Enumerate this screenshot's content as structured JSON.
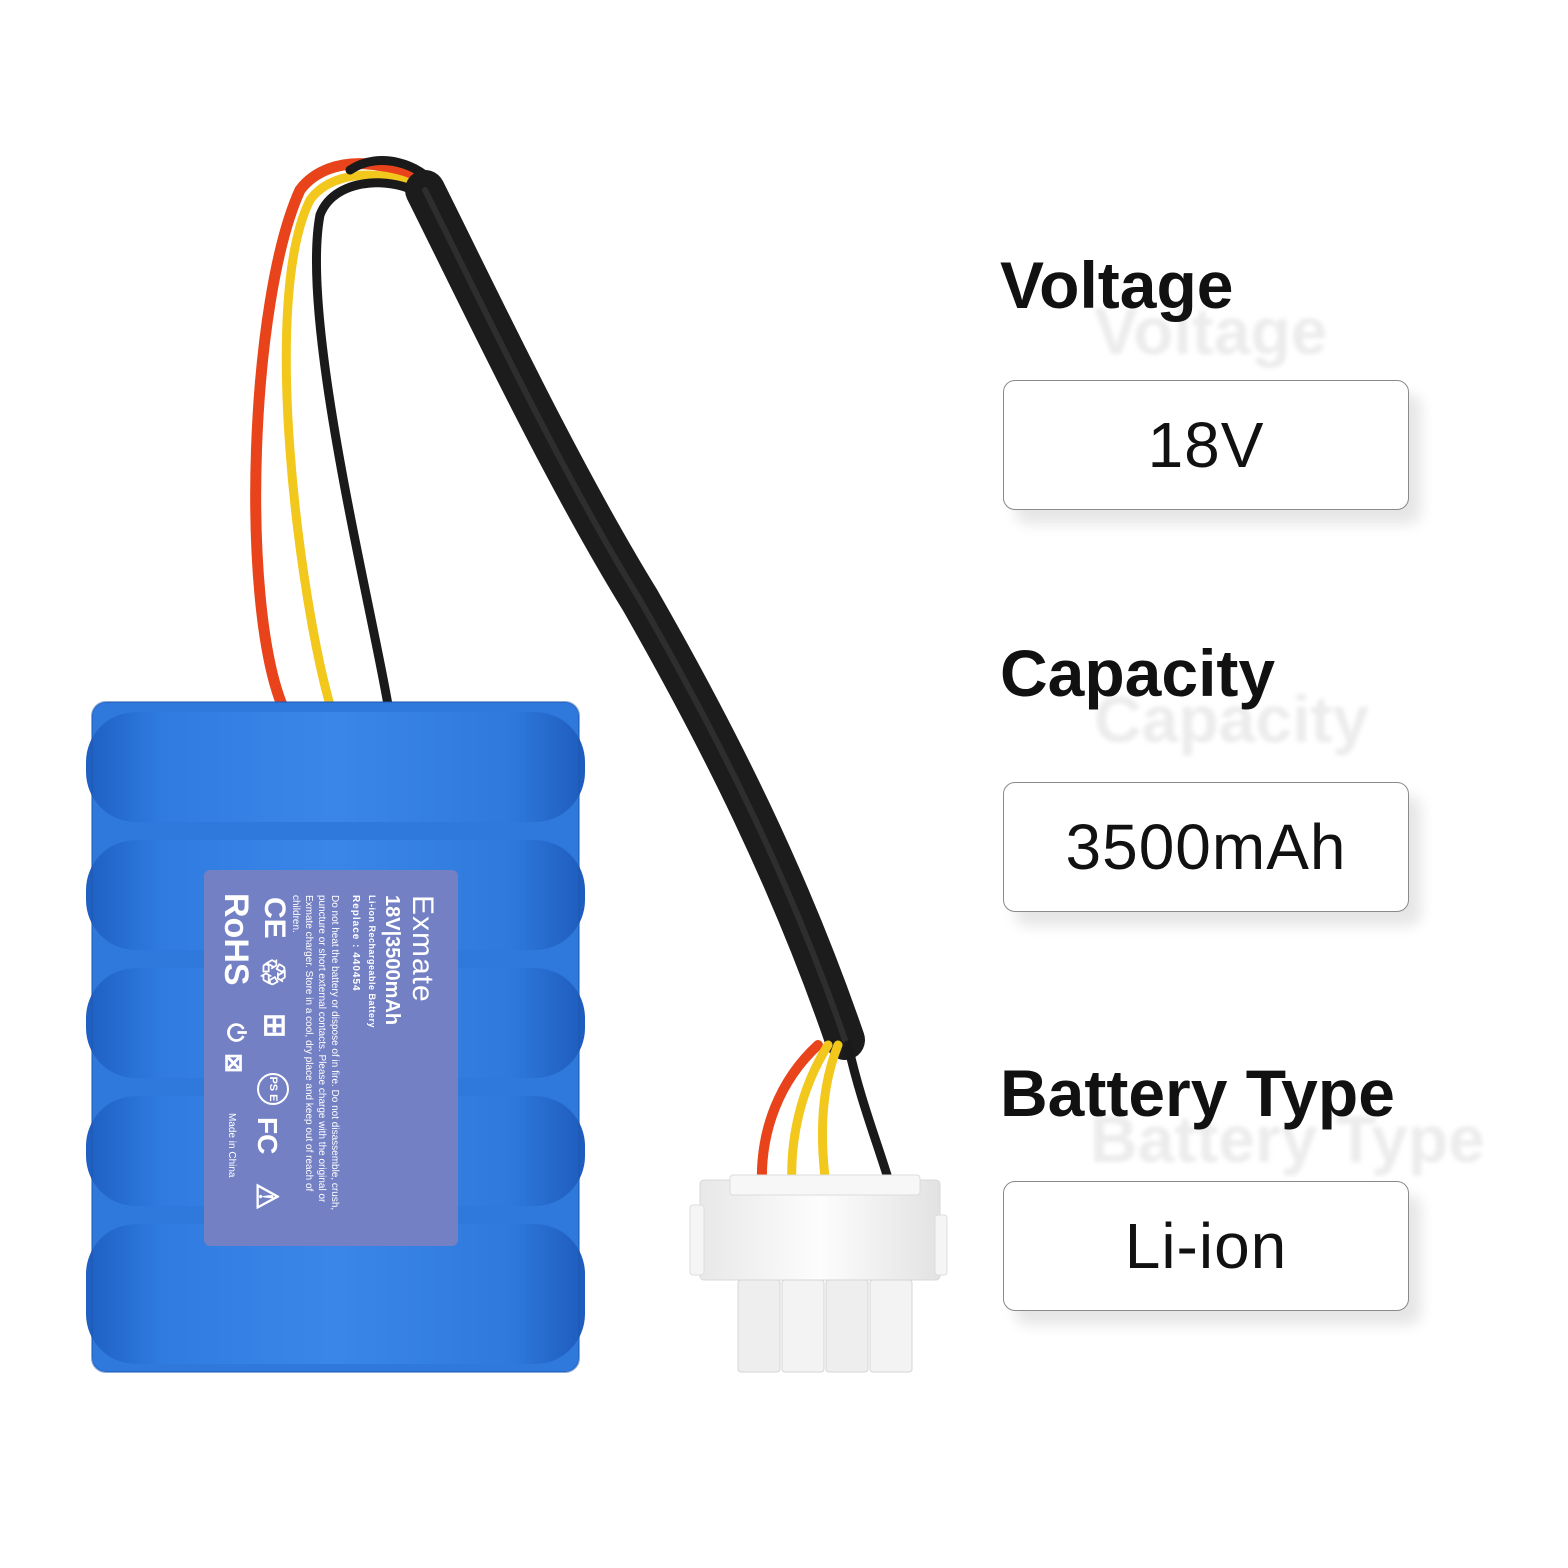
{
  "specs": {
    "voltage": {
      "label": "Voltage",
      "value": "18V"
    },
    "capacity": {
      "label": "Capacity",
      "value": "3500mAh"
    },
    "battery_type": {
      "label": "Battery Type",
      "value": "Li-ion"
    }
  },
  "battery_label": {
    "brand": "Exmate",
    "rating": "18V|3500mAh",
    "type": "Li-ion Rechargeable Battery",
    "replace": "Replace : 440454",
    "warning": "Do not heat the battery or dispose of in fire. Do not disassemble, crush, puncture or short external contacts. Please charge with the original or Exmate charger. Store in a cool, dry place and keep out of reach of children.",
    "made_in": "Made in China",
    "rohs_mark": "RoHS",
    "ce_mark": "CE",
    "fc_mark": "FC",
    "pse_mark": "PS E"
  },
  "icons": {
    "recycle": "recycle-icon",
    "weee_bin": "crossed-bin-icon",
    "warning": "warning-triangle-icon",
    "china_rohs": "china-rohs-icon"
  },
  "colors": {
    "battery_blue": "#2f79dd",
    "label_blue": "#7480c4",
    "wire_red": "#e8431a",
    "wire_yellow": "#f2c81c",
    "wire_black": "#1a1a1a",
    "connector": "#f4f4f4",
    "box_border": "#8a8a8a"
  }
}
